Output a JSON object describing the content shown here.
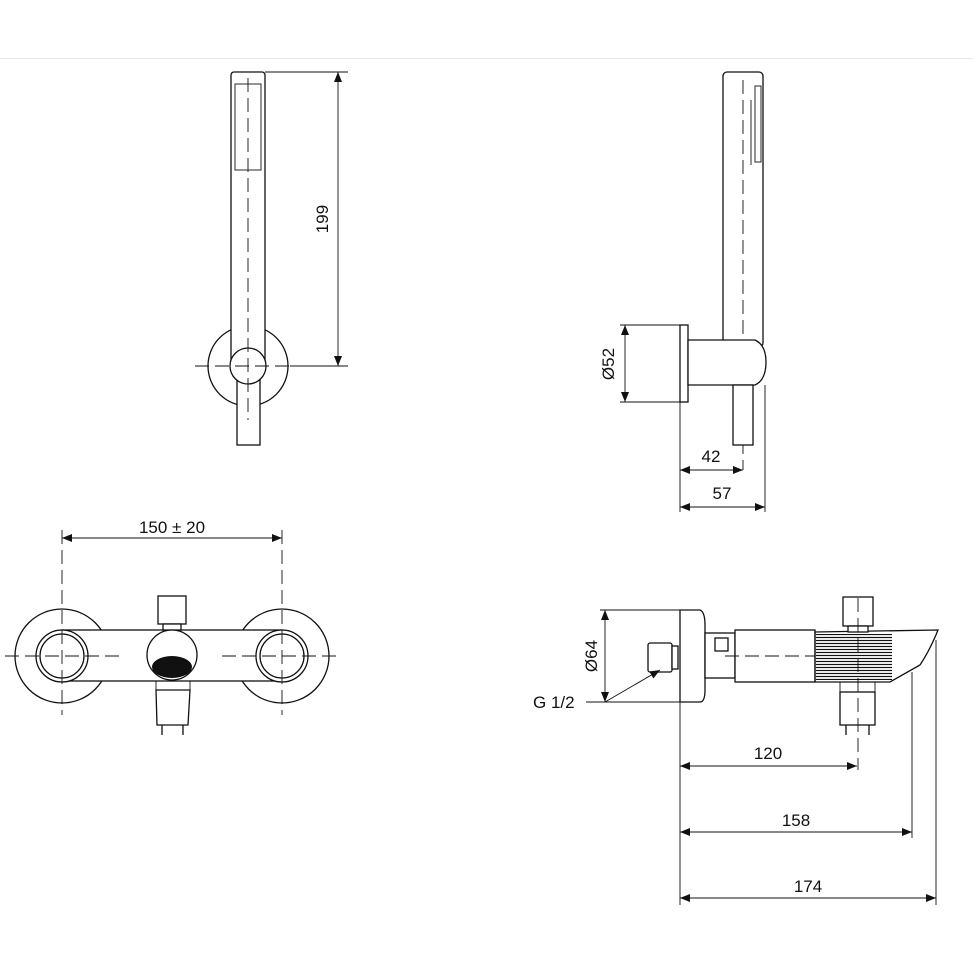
{
  "views": {
    "hand_shower_front": {
      "height_label": "199"
    },
    "hand_shower_side": {
      "diameter_label": "Ø52",
      "depth_label_1": "42",
      "depth_label_2": "57"
    },
    "mixer_front": {
      "spacing_label": "150 ± 20"
    },
    "mixer_side": {
      "diameter_label": "Ø64",
      "thread_label": "G 1/2",
      "length_label_1": "120",
      "length_label_2": "158",
      "length_label_3": "174"
    }
  }
}
